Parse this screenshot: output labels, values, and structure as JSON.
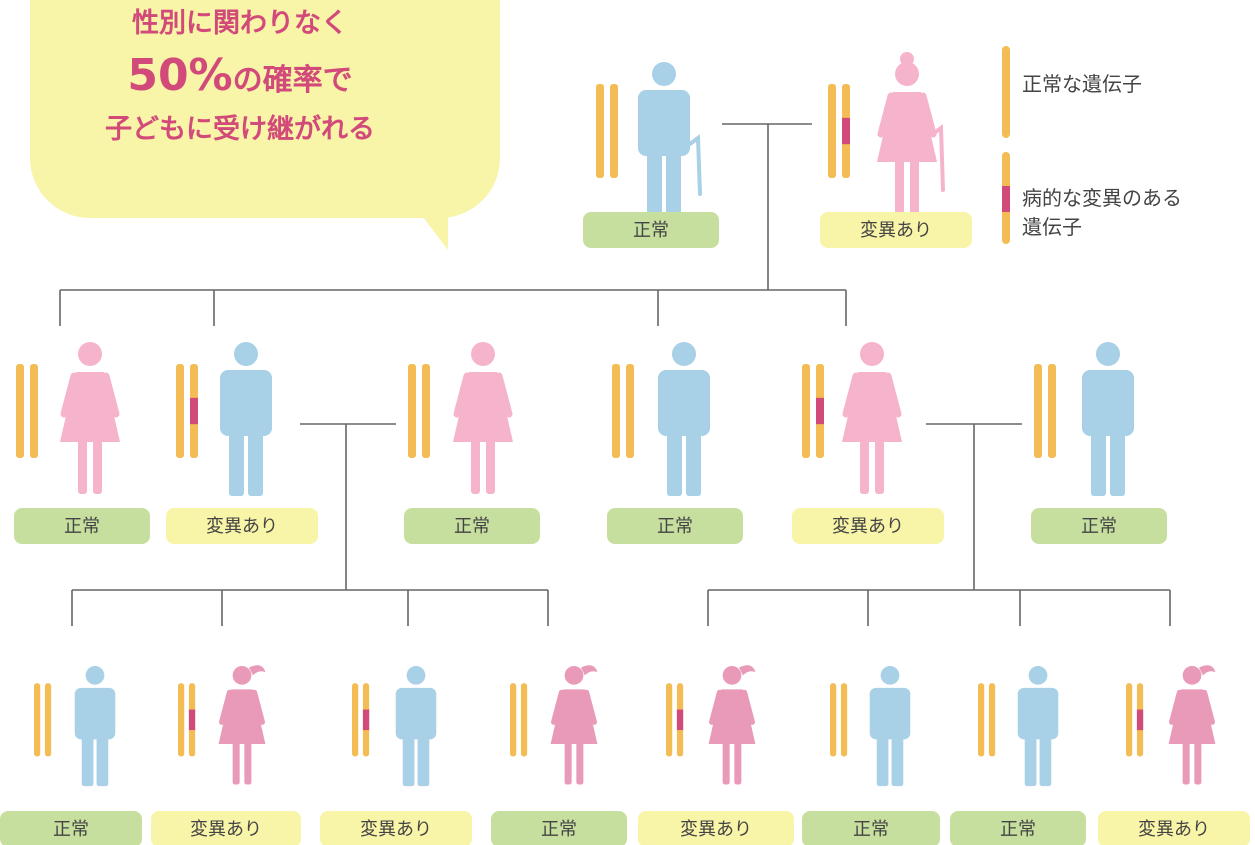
{
  "bubble": {
    "line1": "性別に関わりなく",
    "line2_pct": "50%",
    "line2_rest": "の確率で",
    "line3": "子どもに受け継がれる"
  },
  "legend": {
    "normal_gene": "正常な遺伝子",
    "mutated_gene_line1": "病的な変異のある",
    "mutated_gene_line2": "遺伝子"
  },
  "status_labels": {
    "normal": "正常",
    "mutated": "変異あり"
  },
  "colors": {
    "gene": "#f3bc54",
    "mutation": "#d24a7a",
    "male": "#a8d0e6",
    "female_adult": "#f6b4cc",
    "female_child": "#e99ab8",
    "badge_normal": "#c7df9e",
    "badge_mutated": "#f8f4a8",
    "line": "#666666"
  },
  "icons": {
    "male": "male-figure-icon",
    "female": "female-figure-icon",
    "elder_male": "elder-male-with-cane-icon",
    "elder_female": "elder-female-with-cane-icon",
    "girl": "girl-with-ponytail-icon"
  },
  "people": [
    {
      "id": "g1",
      "sex": "male",
      "age": "elder",
      "status": "normal"
    },
    {
      "id": "g2",
      "sex": "female",
      "age": "elder",
      "status": "mutated"
    },
    {
      "id": "p1",
      "sex": "female",
      "age": "adult",
      "status": "normal"
    },
    {
      "id": "p2",
      "sex": "male",
      "age": "adult",
      "status": "mutated"
    },
    {
      "id": "p3",
      "sex": "female",
      "age": "adult",
      "status": "normal"
    },
    {
      "id": "p4",
      "sex": "male",
      "age": "adult",
      "status": "normal"
    },
    {
      "id": "p5",
      "sex": "female",
      "age": "adult",
      "status": "mutated"
    },
    {
      "id": "p6",
      "sex": "male",
      "age": "adult",
      "status": "normal"
    },
    {
      "id": "c1",
      "sex": "male",
      "age": "child",
      "status": "normal"
    },
    {
      "id": "c2",
      "sex": "female",
      "age": "child",
      "status": "mutated"
    },
    {
      "id": "c3",
      "sex": "male",
      "age": "child",
      "status": "mutated"
    },
    {
      "id": "c4",
      "sex": "female",
      "age": "child",
      "status": "normal"
    },
    {
      "id": "c5",
      "sex": "female",
      "age": "child",
      "status": "mutated"
    },
    {
      "id": "c6",
      "sex": "male",
      "age": "child",
      "status": "normal"
    },
    {
      "id": "c7",
      "sex": "male",
      "age": "child",
      "status": "normal"
    },
    {
      "id": "c8",
      "sex": "female",
      "age": "child",
      "status": "mutated"
    }
  ]
}
